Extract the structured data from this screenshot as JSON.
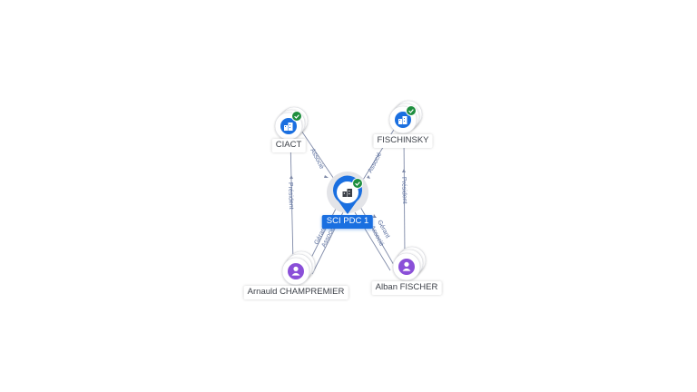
{
  "colors": {
    "edge": "#7f8aa8",
    "company": "#1a6fe0",
    "person": "#8a4fd8",
    "check": "#1e8e3e",
    "halo": "#d9dbe0"
  },
  "nodes": {
    "center": {
      "label": "SCI PDC 1",
      "icon": "building-icon",
      "verified": true
    },
    "ciact": {
      "label": "CIACT",
      "icon": "building-icon",
      "verified": true
    },
    "fischinsky": {
      "label": "FISCHINSKY",
      "icon": "building-icon",
      "verified": true
    },
    "arnauld": {
      "label": "Arnauld CHAMPREMIER",
      "icon": "person-icon"
    },
    "alban": {
      "label": "Alban FISCHER",
      "icon": "person-icon"
    }
  },
  "edges": {
    "ciact_center": "Associé",
    "fischinsky_center": "Associé",
    "arnauld_ciact": "Président",
    "alban_fischinsky": "Président",
    "arnauld_center_1": "Gérant",
    "arnauld_center_2": "Associé",
    "alban_center_1": "Gérant",
    "alban_center_2": "Associé"
  }
}
